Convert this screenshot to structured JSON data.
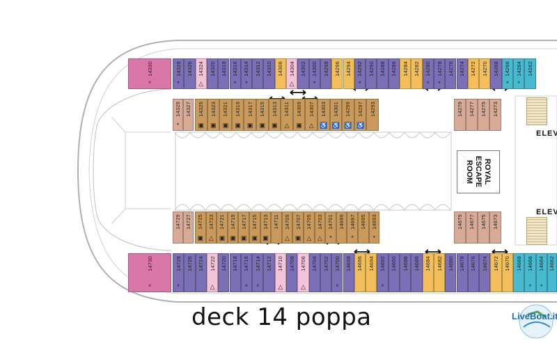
{
  "caption": "deck 14 poppa",
  "logo": {
    "text": "LiveBoat.it"
  },
  "labels": {
    "elevators": "ELEV",
    "room_line1": "ROYAL",
    "room_line2": "ESCAPE",
    "room_line3": "ROOM"
  },
  "colors": {
    "purple": "#7b6fb5",
    "gold": "#f2bf5a",
    "pink": "#f3c4d8",
    "pink_suite": "#d978a8",
    "tan": "#c99a5b",
    "rose": "#d8aa98",
    "teal": "#48b9cf",
    "hull": "#b0b0b0"
  },
  "legend_symbols": {
    "accessible": "♿",
    "connecting": "↔",
    "triangle": "△",
    "star": "*",
    "sofa": "▣"
  },
  "top_outer_row": [
    {
      "n": "14330",
      "c": "pink_suite",
      "m": "*"
    },
    {
      "n": "14328",
      "c": "purple",
      "m": "*"
    },
    {
      "n": "14326",
      "c": "purple",
      "m": ""
    },
    {
      "n": "14324",
      "c": "pink",
      "m": "△"
    },
    {
      "n": "14320",
      "c": "purple",
      "m": ""
    },
    {
      "n": "14318",
      "c": "purple",
      "m": ""
    },
    {
      "n": "14316",
      "c": "purple",
      "m": "*"
    },
    {
      "n": "14314",
      "c": "purple",
      "m": "*"
    },
    {
      "n": "14312",
      "c": "purple",
      "m": ""
    },
    {
      "n": "14310",
      "c": "purple",
      "m": ""
    },
    {
      "n": "14306",
      "c": "gold",
      "m": ""
    },
    {
      "n": "14304",
      "c": "pink",
      "m": "△"
    },
    {
      "n": "14302",
      "c": "purple",
      "m": ""
    },
    {
      "n": "14300",
      "c": "purple",
      "m": "*"
    },
    {
      "n": "14298",
      "c": "purple",
      "m": ""
    },
    {
      "n": "14296",
      "c": "gold",
      "m": ""
    },
    {
      "n": "14294",
      "c": "gold",
      "m": ""
    },
    {
      "n": "14292",
      "c": "purple",
      "m": "*"
    },
    {
      "n": "14290",
      "c": "purple",
      "m": ""
    },
    {
      "n": "14288",
      "c": "purple",
      "m": ""
    },
    {
      "n": "14286",
      "c": "purple",
      "m": ""
    },
    {
      "n": "14284",
      "c": "gold",
      "m": ""
    },
    {
      "n": "14282",
      "c": "gold",
      "m": ""
    },
    {
      "n": "14280",
      "c": "purple",
      "m": "*"
    },
    {
      "n": "14278",
      "c": "purple",
      "m": "*"
    },
    {
      "n": "14276",
      "c": "purple",
      "m": ""
    },
    {
      "n": "14274",
      "c": "purple",
      "m": ""
    },
    {
      "n": "14272",
      "c": "gold",
      "m": ""
    },
    {
      "n": "14270",
      "c": "gold",
      "m": ""
    },
    {
      "n": "14268",
      "c": "purple",
      "m": ""
    },
    {
      "n": "14266",
      "c": "teal",
      "m": "*"
    },
    {
      "n": "14264",
      "c": "teal",
      "m": "*"
    },
    {
      "n": "14262",
      "c": "teal",
      "m": ""
    }
  ],
  "top_inner_row": [
    {
      "n": "14329",
      "c": "rose",
      "m": "*"
    },
    {
      "n": "14327",
      "c": "rose",
      "m": ""
    },
    {
      "n": "14325",
      "c": "tan",
      "m": "▣"
    },
    {
      "n": "14323",
      "c": "tan",
      "m": "▣"
    },
    {
      "n": "14321",
      "c": "tan",
      "m": "▣"
    },
    {
      "n": "14319",
      "c": "tan",
      "m": "▣"
    },
    {
      "n": "14317",
      "c": "tan",
      "m": "▣"
    },
    {
      "n": "14315",
      "c": "tan",
      "m": "▣"
    },
    {
      "n": "14313",
      "c": "tan",
      "m": "▣"
    },
    {
      "n": "14311",
      "c": "tan",
      "m": "△"
    },
    {
      "n": "14309",
      "c": "tan",
      "m": "▣"
    },
    {
      "n": "14307",
      "c": "tan",
      "m": "△"
    },
    {
      "n": "14303",
      "c": "tan",
      "m": "♿"
    },
    {
      "n": "14301",
      "c": "tan",
      "m": "♿"
    },
    {
      "n": "14299",
      "c": "tan",
      "m": "♿"
    },
    {
      "n": "14297",
      "c": "tan",
      "m": "♿"
    },
    {
      "n": "14293",
      "c": "tan",
      "m": ""
    },
    {
      "n": "14279",
      "c": "rose",
      "m": ""
    },
    {
      "n": "14277",
      "c": "rose",
      "m": ""
    },
    {
      "n": "14275",
      "c": "rose",
      "m": ""
    },
    {
      "n": "14273",
      "c": "rose",
      "m": ""
    }
  ],
  "bottom_inner_row": [
    {
      "n": "14729",
      "c": "rose",
      "m": ""
    },
    {
      "n": "14727",
      "c": "rose",
      "m": ""
    },
    {
      "n": "14725",
      "c": "tan",
      "m": "▣"
    },
    {
      "n": "14723",
      "c": "tan",
      "m": "△"
    },
    {
      "n": "14721",
      "c": "tan",
      "m": "▣"
    },
    {
      "n": "14719",
      "c": "tan",
      "m": "▣"
    },
    {
      "n": "14717",
      "c": "tan",
      "m": "▣"
    },
    {
      "n": "14715",
      "c": "tan",
      "m": "▣"
    },
    {
      "n": "14713",
      "c": "tan",
      "m": "▣"
    },
    {
      "n": "14711",
      "c": "tan",
      "m": ""
    },
    {
      "n": "14709",
      "c": "tan",
      "m": "△"
    },
    {
      "n": "14707",
      "c": "tan",
      "m": "▣"
    },
    {
      "n": "14705",
      "c": "tan",
      "m": "△"
    },
    {
      "n": "14703",
      "c": "tan",
      "m": "△"
    },
    {
      "n": "14701",
      "c": "tan",
      "m": "*"
    },
    {
      "n": "14699",
      "c": "tan",
      "m": ""
    },
    {
      "n": "14697",
      "c": "tan",
      "m": "*"
    },
    {
      "n": "14695",
      "c": "tan",
      "m": ""
    },
    {
      "n": "14693",
      "c": "tan",
      "m": "*"
    },
    {
      "n": "14679",
      "c": "rose",
      "m": ""
    },
    {
      "n": "14677",
      "c": "rose",
      "m": ""
    },
    {
      "n": "14675",
      "c": "rose",
      "m": ""
    },
    {
      "n": "14673",
      "c": "rose",
      "m": ""
    }
  ],
  "bottom_outer_row": [
    {
      "n": "14730",
      "c": "pink_suite",
      "m": "*"
    },
    {
      "n": "14728",
      "c": "purple",
      "m": "*"
    },
    {
      "n": "14726",
      "c": "purple",
      "m": ""
    },
    {
      "n": "14724",
      "c": "purple",
      "m": ""
    },
    {
      "n": "14722",
      "c": "pink",
      "m": "△"
    },
    {
      "n": "14720",
      "c": "purple",
      "m": ""
    },
    {
      "n": "14718",
      "c": "purple",
      "m": ""
    },
    {
      "n": "14716",
      "c": "purple",
      "m": "*"
    },
    {
      "n": "14714",
      "c": "purple",
      "m": "*"
    },
    {
      "n": "14712",
      "c": "purple",
      "m": ""
    },
    {
      "n": "14710",
      "c": "pink",
      "m": "△"
    },
    {
      "n": "14708",
      "c": "purple",
      "m": ""
    },
    {
      "n": "14706",
      "c": "pink",
      "m": "△"
    },
    {
      "n": "14704",
      "c": "purple",
      "m": ""
    },
    {
      "n": "14702",
      "c": "purple",
      "m": ""
    },
    {
      "n": "14700",
      "c": "purple",
      "m": "*"
    },
    {
      "n": "14698",
      "c": "purple",
      "m": ""
    },
    {
      "n": "14696",
      "c": "gold",
      "m": ""
    },
    {
      "n": "14694",
      "c": "gold",
      "m": ""
    },
    {
      "n": "14692",
      "c": "purple",
      "m": "*"
    },
    {
      "n": "14690",
      "c": "purple",
      "m": ""
    },
    {
      "n": "14688",
      "c": "purple",
      "m": ""
    },
    {
      "n": "14686",
      "c": "purple",
      "m": ""
    },
    {
      "n": "14684",
      "c": "gold",
      "m": ""
    },
    {
      "n": "14682",
      "c": "gold",
      "m": ""
    },
    {
      "n": "14680",
      "c": "purple",
      "m": ""
    },
    {
      "n": "14678",
      "c": "purple",
      "m": ""
    },
    {
      "n": "14676",
      "c": "purple",
      "m": ""
    },
    {
      "n": "14674",
      "c": "purple",
      "m": ""
    },
    {
      "n": "14672",
      "c": "gold",
      "m": ""
    },
    {
      "n": "14670",
      "c": "gold",
      "m": ""
    },
    {
      "n": "14668",
      "c": "teal",
      "m": ""
    },
    {
      "n": "14666",
      "c": "teal",
      "m": "*"
    },
    {
      "n": "14664",
      "c": "teal",
      "m": "*"
    },
    {
      "n": "14662",
      "c": "teal",
      "m": ""
    }
  ]
}
